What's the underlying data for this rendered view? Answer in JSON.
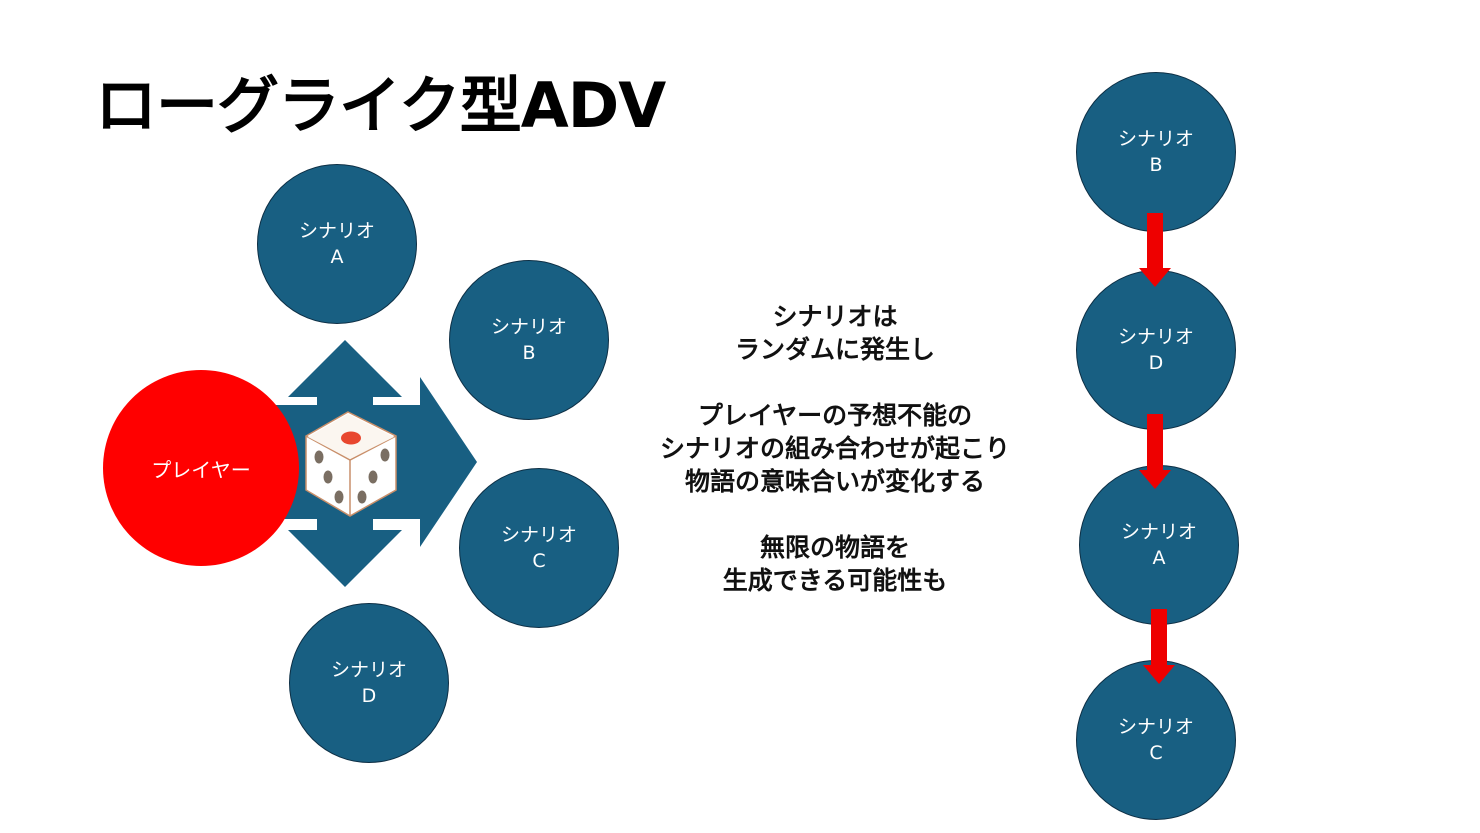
{
  "title": "ローグライク型ADV",
  "player_label": "プレイヤー",
  "left_nodes": [
    {
      "line1": "シナリオ",
      "line2": "A"
    },
    {
      "line1": "シナリオ",
      "line2": "B"
    },
    {
      "line1": "シナリオ",
      "line2": "C"
    },
    {
      "line1": "シナリオ",
      "line2": "D"
    }
  ],
  "center_text": [
    [
      "シナリオは",
      "ランダムに発生し"
    ],
    [
      "プレイヤーの予想不能の",
      "シナリオの組み合わせが起こり",
      "物語の意味合いが変化する"
    ],
    [
      "無限の物語を",
      "生成できる可能性も"
    ]
  ],
  "chain_nodes": [
    {
      "line1": "シナリオ",
      "line2": "B"
    },
    {
      "line1": "シナリオ",
      "line2": "D"
    },
    {
      "line1": "シナリオ",
      "line2": "A"
    },
    {
      "line1": "シナリオ",
      "line2": "C"
    }
  ],
  "colors": {
    "node_fill": "#185f82",
    "player_fill": "#ff0000",
    "chain_arrow": "#ee0000",
    "die_pip_top": "#e8472f",
    "die_pip_side": "#7a6e62"
  },
  "icons": [
    "four-way-arrow-icon",
    "dice-icon",
    "down-arrow-icon"
  ]
}
